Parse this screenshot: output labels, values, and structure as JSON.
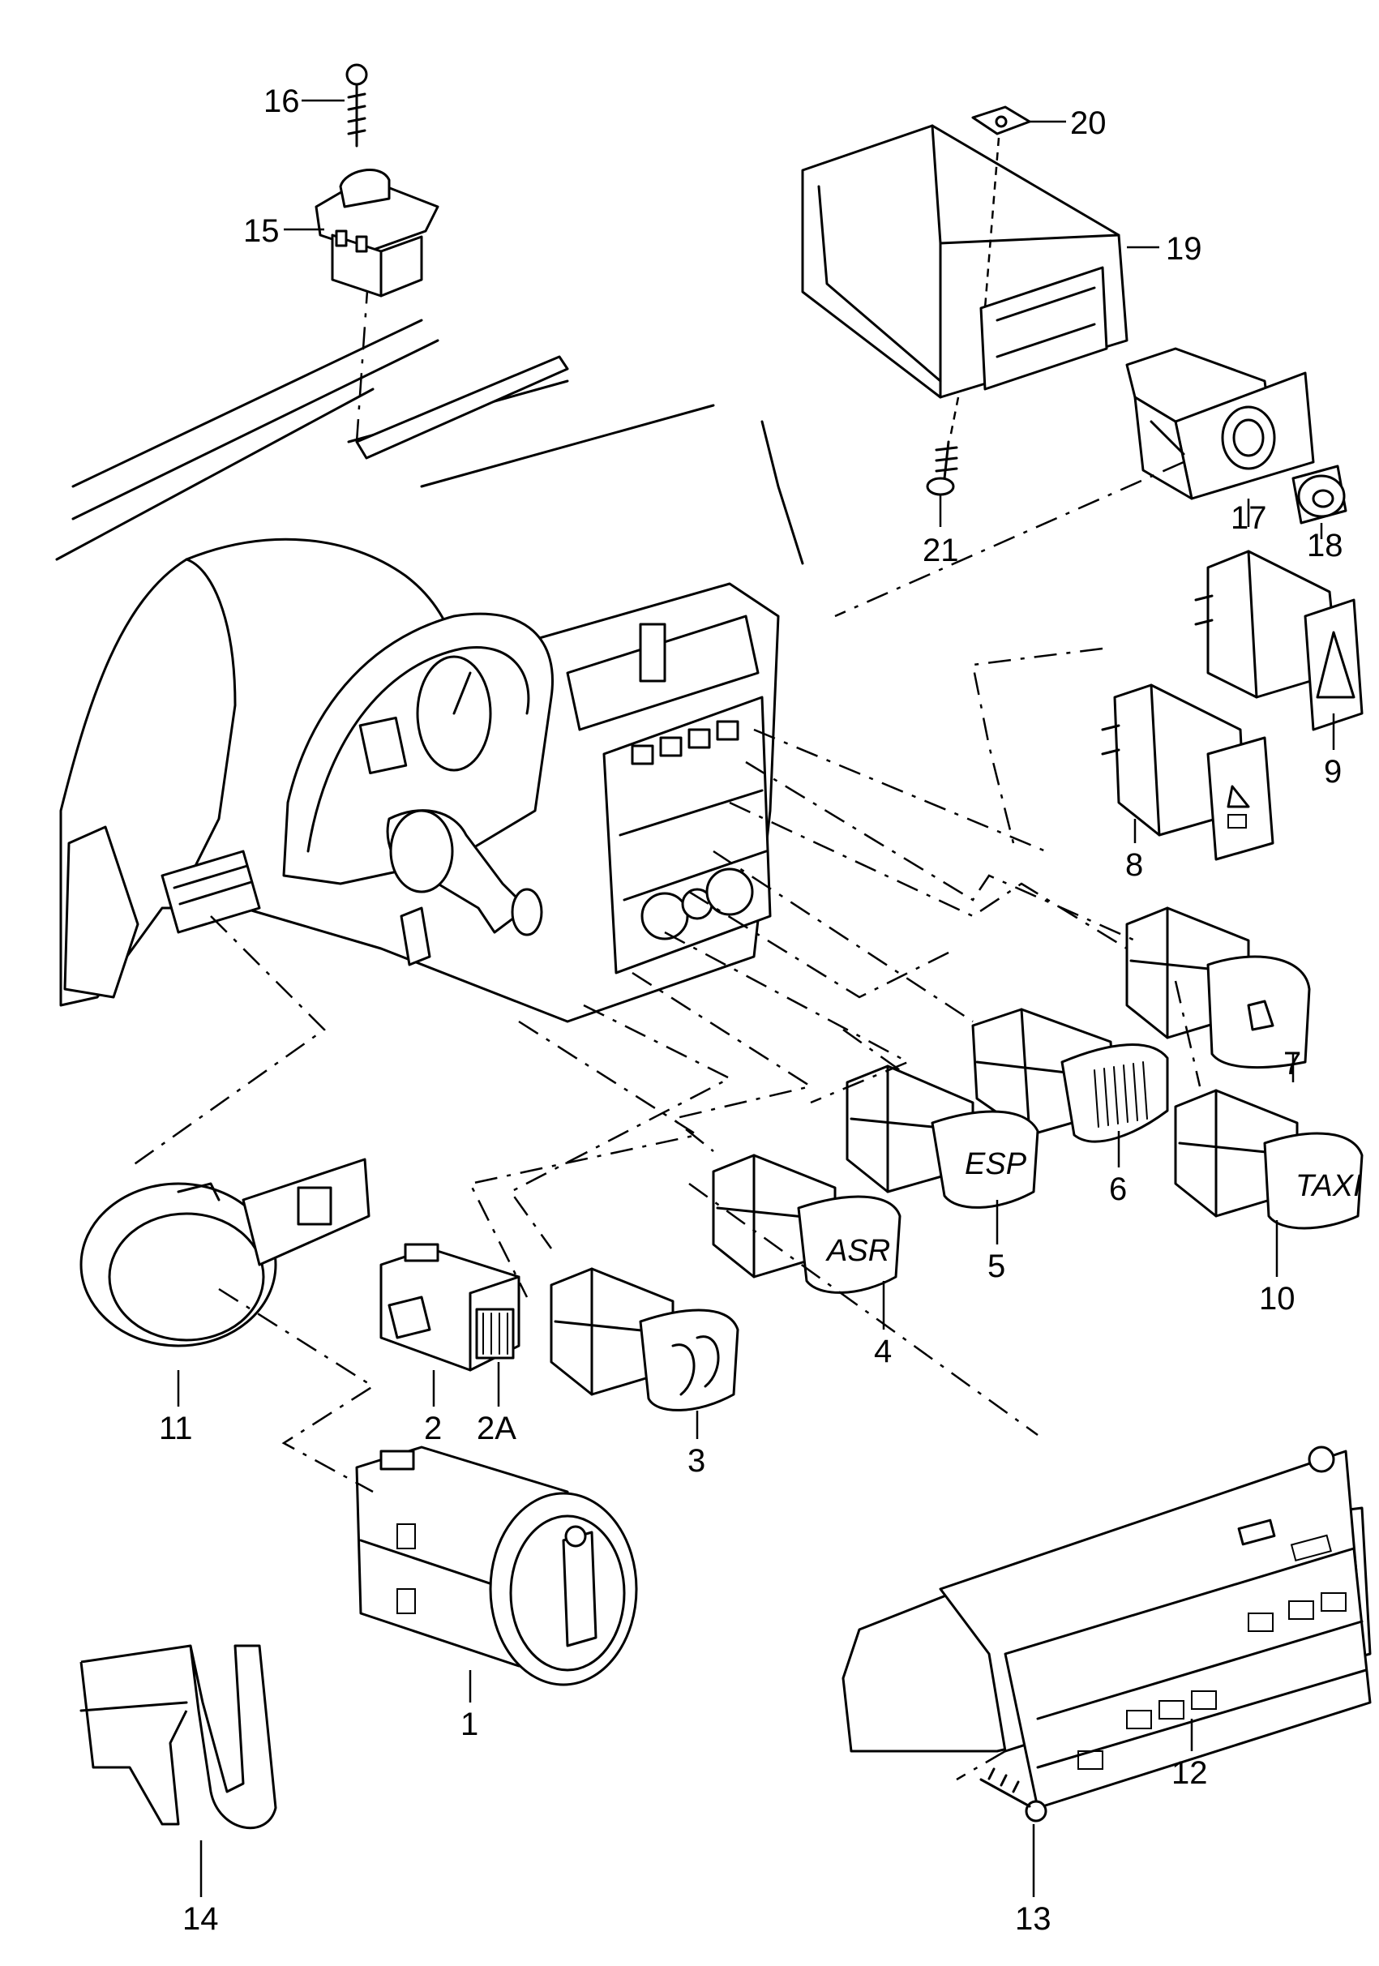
{
  "callouts": {
    "c1": "1",
    "c2": "2",
    "c2A": "2A",
    "c3": "3",
    "c4": "4",
    "c5": "5",
    "c6": "6",
    "c7": "7",
    "c8": "8",
    "c9": "9",
    "c10": "10",
    "c11": "11",
    "c12": "12",
    "c13": "13",
    "c14": "14",
    "c15": "15",
    "c16": "16",
    "c17": "17",
    "c18": "18",
    "c19": "19",
    "c20": "20",
    "c21": "21"
  },
  "switch_labels": {
    "asr": "ASR",
    "esp": "ESP",
    "taxi": "TAXI"
  }
}
